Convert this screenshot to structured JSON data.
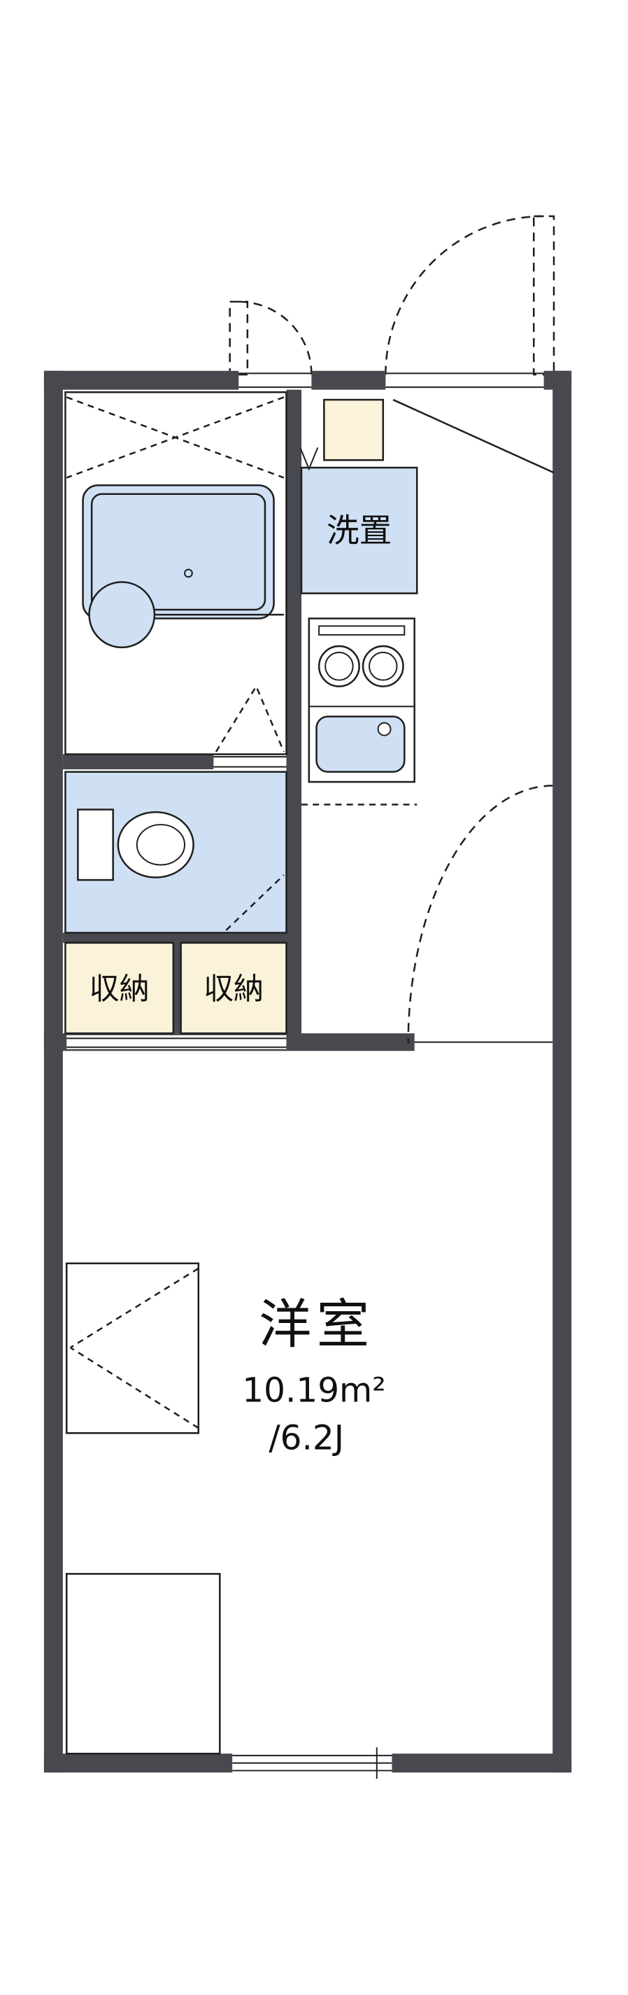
{
  "floorplan": {
    "labels": {
      "washer_space": "洗置",
      "storage_left": "収納",
      "storage_right": "収納",
      "main_room": "洋室",
      "main_room_area": "10.19m²",
      "main_room_size": "/6.2J"
    },
    "values": {
      "area_m2": 10.19,
      "tatami_j": 6.2
    },
    "colors": {
      "wall": "#48484f",
      "water": "#cfe0f4",
      "storage": "#faf3da",
      "line": "#1f1f1f",
      "bg": "#ffffff"
    },
    "fixtures": [
      "bathtub",
      "washbasin",
      "toilet",
      "two-burner-stove",
      "kitchen-sink",
      "shoe-cabinet",
      "entry-door-swing",
      "small-door-swing",
      "room-door-swing",
      "bath-folding-door",
      "storage-closet-left",
      "storage-closet-right",
      "bay-window",
      "sliding-window"
    ]
  }
}
